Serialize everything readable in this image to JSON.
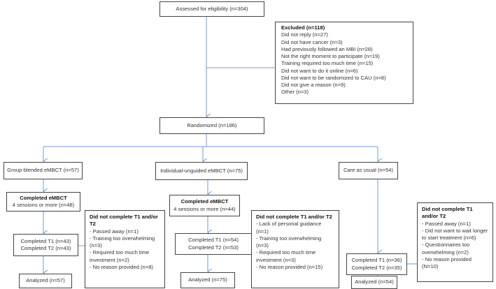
{
  "line_color": "#6f9bd8",
  "assessed": "Assessed for eligibility (n=304)",
  "excluded": {
    "title": "Excluded (n=118)",
    "items": [
      "Did not reply (n=27)",
      "Did not have cancer (n=3)",
      "Had previously followed an MBI (n=28)",
      "Not the right moment to participate (n=19)",
      "Training required too much time (n=15)",
      "Did not want to do it online (n=6)",
      "Did not want to be randomized to CAU (n=8)",
      "Did not give a reason (n=9)",
      "Other (n=3)"
    ]
  },
  "randomized": "Randomized (n=186)",
  "arms": [
    {
      "name": "Group-blended eMBCT (n=57)",
      "completed_title": "Completed eMBCT",
      "completed_sub": "4 sessions or more (n=48)",
      "t1": "Completed T1 (n=43)",
      "t2": "Completed T2 (n=43)",
      "dropout_title": "Did not complete T1 and/or T2",
      "dropout_items": [
        "- Passed away (n=1)",
        "- Training too overwhelming (n=3)",
        "- Required too much time investment (n=2)",
        "- No reason provided (n=8)"
      ],
      "analyzed": "Analyzed (n=57)"
    },
    {
      "name": "Individual-unguided eMBCT (n=75)",
      "completed_title": "Completed eMBCT",
      "completed_sub": "4 sessions or more (n=44)",
      "t1": "Completed T1 (n=54)",
      "t2": "Completed T2 (n=53)",
      "dropout_title": "Did not complete T1 and/or T2",
      "dropout_items": [
        "- Lack of personal guidance (n=1)",
        "- Training too overwhelming (n=3)",
        "- Required too much time investment (n=3)",
        "- No reason provided (n=15)"
      ],
      "analyzed": "Analyzed (n=75)"
    },
    {
      "name": "Care as usual (n=54)",
      "t1": "Completed T1 (n=36)",
      "t2": "Completed T2 (n=35)",
      "dropout_title": "Did not complete T1 and/or T2",
      "dropout_items": [
        "- Passed away (n=1)",
        "- Did not want to wait longer to start treatment (n=6)",
        "- Questionnaires too overwhelming (n=2)",
        "- No reason provided (N=10)"
      ],
      "analyzed": "Analyzed (n=54)"
    }
  ]
}
